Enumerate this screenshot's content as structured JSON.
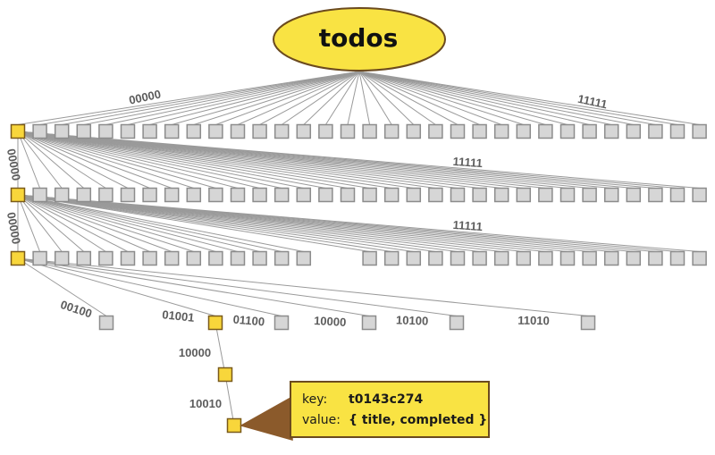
{
  "root": {
    "label": "todos"
  },
  "colors": {
    "ellipse_fill": "#f9e343",
    "ellipse_stroke": "#6b4a1e",
    "active_node_fill": "#f8d63b",
    "active_node_stroke": "#7a5a1a",
    "node_fill": "#d6d6d6",
    "node_stroke": "#8c8c8c",
    "edge": "#9a9a9a",
    "tooltip_fill": "#f9e343",
    "tooltip_stroke": "#6b4a1e",
    "pointer_fill": "#8b5a2b"
  },
  "level1": {
    "left_label": "00000",
    "right_label": "11111"
  },
  "level2": {
    "left_label": "00000",
    "right_label": "11111"
  },
  "level3": {
    "left_label": "00000",
    "right_label": "11111"
  },
  "level4": {
    "labels": [
      "00100",
      "01001",
      "01100",
      "10000",
      "10100",
      "11010"
    ]
  },
  "chain": {
    "labels": [
      "10000",
      "10010"
    ]
  },
  "tooltip": {
    "key_label": "key:",
    "key_value": "t0143c274",
    "value_label": "value:",
    "value_value": "{ title, completed }"
  }
}
